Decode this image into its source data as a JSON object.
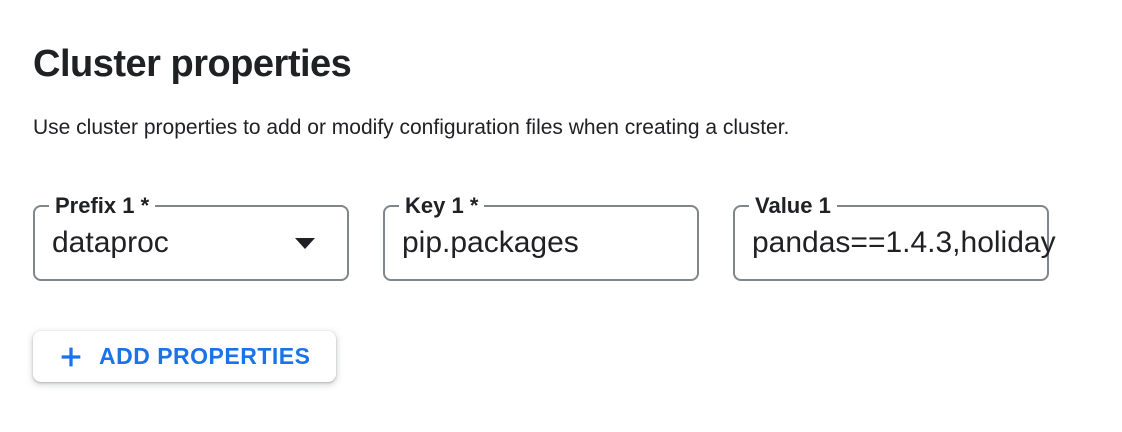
{
  "header": {
    "title": "Cluster properties",
    "description": "Use cluster properties to add or modify configuration files when creating a cluster."
  },
  "properties_row": {
    "fields": [
      {
        "label": "Prefix 1 *",
        "value": "dataproc",
        "control": "dropdown",
        "required": true
      },
      {
        "label": "Key 1 *",
        "value": "pip.packages",
        "control": "text-input",
        "required": true
      },
      {
        "label": "Value 1",
        "value": "pandas==1.4.3,holiday",
        "control": "text-input",
        "required": false
      }
    ]
  },
  "actions": {
    "add_properties_label": "ADD PROPERTIES"
  },
  "icons": {
    "dropdown": "caret-down-icon",
    "add": "plus-icon"
  },
  "colors": {
    "accent_blue": "#1a73e8",
    "field_border": "#80868b",
    "text_primary": "#202124"
  }
}
